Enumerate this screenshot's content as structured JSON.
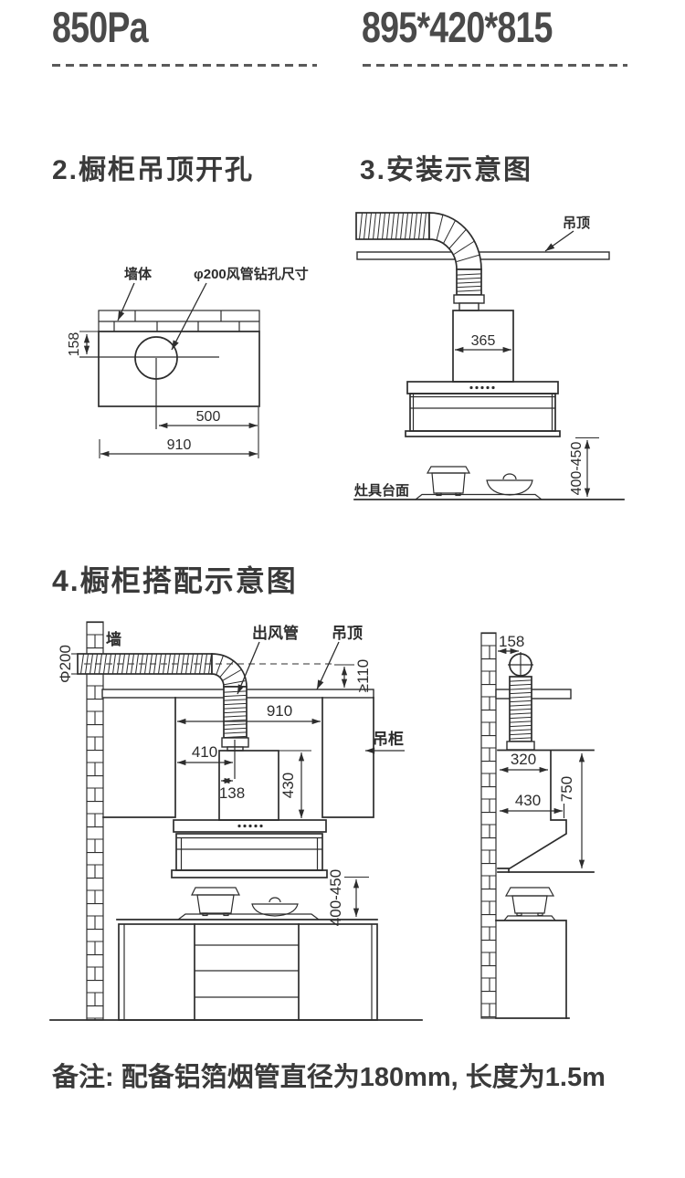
{
  "header": {
    "pressure": "850Pa",
    "size": "895*420*815"
  },
  "sections": {
    "s2": {
      "title": "2.橱柜吊顶开孔",
      "wall_label": "墙体",
      "hole_label": "φ200风管钻孔尺寸",
      "dim_158": "158",
      "dim_500": "500",
      "dim_910": "910"
    },
    "s3": {
      "title": "3.安装示意图",
      "ceiling_label": "吊顶",
      "dim_365": "365",
      "dim_range": "400-450",
      "counter_label": "灶具台面"
    },
    "s4": {
      "title": "4.橱柜搭配示意图",
      "left": {
        "wall_label": "墙",
        "duct_dia": "Φ200",
        "outlet_label": "出风管",
        "ceiling_label": "吊顶",
        "min_gap": "≥110",
        "dim_910": "910",
        "cabinet_label": "吊柜",
        "dim_410": "410",
        "dim_138": "138",
        "dim_430": "430",
        "dim_range": "400-450"
      },
      "right": {
        "dim_158": "158",
        "dim_320": "320",
        "dim_430": "430",
        "dim_750": "750"
      }
    }
  },
  "note": "备注: 配备铝箔烟管直径为180mm, 长度为1.5m",
  "colors": {
    "line": "#2d2d2d",
    "text": "#3a3a3a"
  }
}
